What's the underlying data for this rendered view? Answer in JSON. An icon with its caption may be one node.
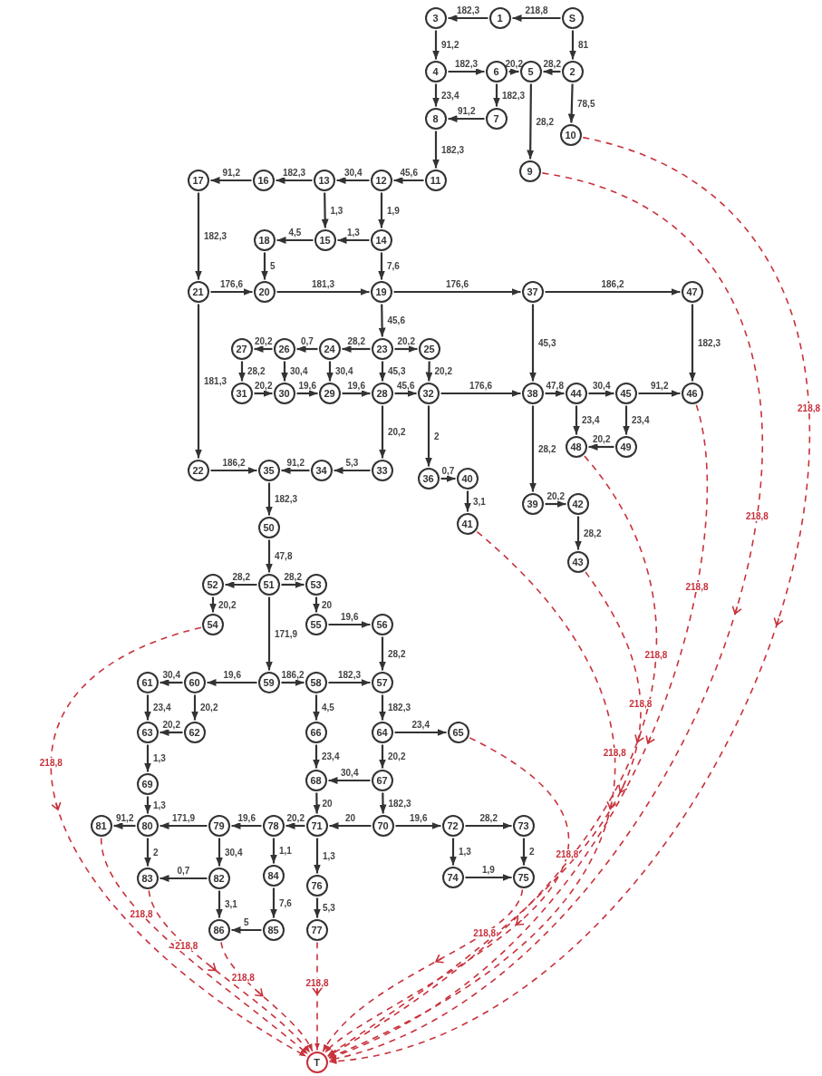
{
  "diagram": {
    "nodes": [
      {
        "text": [
          "S"
        ]
      },
      {
        "text": [
          "1"
        ]
      },
      {
        "text": [
          "2"
        ]
      },
      {
        "text": [
          "3"
        ]
      },
      {
        "text": [
          "4"
        ]
      },
      {
        "text": [
          "5"
        ]
      },
      {
        "text": [
          "6"
        ]
      },
      {
        "text": [
          "7"
        ]
      },
      {
        "text": [
          "8"
        ]
      },
      {
        "text": [
          "9"
        ]
      },
      {
        "text": [
          "10"
        ]
      },
      {
        "text": [
          "11"
        ]
      },
      {
        "text": [
          "12"
        ]
      },
      {
        "text": [
          "13"
        ]
      },
      {
        "text": [
          "14"
        ]
      },
      {
        "text": [
          "15"
        ]
      },
      {
        "text": [
          "16"
        ]
      },
      {
        "text": [
          "17"
        ]
      },
      {
        "text": [
          "18"
        ]
      },
      {
        "text": [
          "19"
        ]
      },
      {
        "text": [
          "20"
        ]
      },
      {
        "text": [
          "21"
        ]
      },
      {
        "text": [
          "22"
        ]
      },
      {
        "text": [
          "23"
        ]
      },
      {
        "text": [
          "24"
        ]
      },
      {
        "text": [
          "25"
        ]
      },
      {
        "text": [
          "26"
        ]
      },
      {
        "text": [
          "27"
        ]
      },
      {
        "text": [
          "28"
        ]
      },
      {
        "text": [
          "29"
        ]
      },
      {
        "text": [
          "30"
        ]
      },
      {
        "text": [
          "31"
        ]
      },
      {
        "text": [
          "32"
        ]
      },
      {
        "text": [
          "33"
        ]
      },
      {
        "text": [
          "34"
        ]
      },
      {
        "text": [
          "35"
        ]
      },
      {
        "text": [
          "36"
        ]
      },
      {
        "text": [
          "37"
        ]
      },
      {
        "text": [
          "38"
        ]
      },
      {
        "text": [
          "39"
        ]
      },
      {
        "text": [
          "40"
        ]
      },
      {
        "text": [
          "41"
        ]
      },
      {
        "text": [
          "42"
        ]
      },
      {
        "text": [
          "43"
        ]
      },
      {
        "text": [
          "44"
        ]
      },
      {
        "text": [
          "45"
        ]
      },
      {
        "text": [
          "46"
        ]
      },
      {
        "text": [
          "47"
        ]
      },
      {
        "text": [
          "48"
        ]
      },
      {
        "text": [
          "49"
        ]
      },
      {
        "text": [
          "50"
        ]
      },
      {
        "text": [
          "51"
        ]
      },
      {
        "text": [
          "52"
        ]
      },
      {
        "text": [
          "53"
        ]
      },
      {
        "text": [
          "54"
        ]
      },
      {
        "text": [
          "55"
        ]
      },
      {
        "text": [
          "56"
        ]
      },
      {
        "text": [
          "57"
        ]
      },
      {
        "text": [
          "58"
        ]
      },
      {
        "text": [
          "59"
        ]
      },
      {
        "text": [
          "60"
        ]
      },
      {
        "text": [
          "61"
        ]
      },
      {
        "text": [
          "62"
        ]
      },
      {
        "text": [
          "63"
        ]
      },
      {
        "text": [
          "64"
        ]
      },
      {
        "text": [
          "65"
        ]
      },
      {
        "text": [
          "66"
        ]
      },
      {
        "text": [
          "67"
        ]
      },
      {
        "text": [
          "68"
        ]
      },
      {
        "text": [
          "69"
        ]
      },
      {
        "text": [
          "70"
        ]
      },
      {
        "text": [
          "71"
        ]
      },
      {
        "text": [
          "72"
        ]
      },
      {
        "text": [
          "73"
        ]
      },
      {
        "text": [
          "74"
        ]
      },
      {
        "text": [
          "75"
        ]
      },
      {
        "text": [
          "76"
        ]
      },
      {
        "text": [
          "77"
        ]
      },
      {
        "text": [
          "78"
        ]
      },
      {
        "text": [
          "79"
        ]
      },
      {
        "text": [
          "80"
        ]
      },
      {
        "text": [
          "81"
        ]
      },
      {
        "text": [
          "82"
        ]
      },
      {
        "text": [
          "83"
        ]
      },
      {
        "text": [
          "84"
        ]
      },
      {
        "text": [
          "85"
        ]
      },
      {
        "text": [
          "86"
        ]
      },
      {
        "text": [
          "T"
        ]
      }
    ],
    "edges": [
      {
        "from": 0,
        "to": 1,
        "arrow": "to",
        "label": "218,8"
      },
      {
        "from": 1,
        "to": 3,
        "arrow": "to",
        "label": "182,3"
      },
      {
        "from": 0,
        "to": 2,
        "arrow": "to",
        "label": "81"
      },
      {
        "from": 3,
        "to": 4,
        "arrow": "to",
        "label": "91,2"
      },
      {
        "from": 4,
        "to": 6,
        "arrow": "to",
        "label": "182,3"
      },
      {
        "from": 6,
        "to": 5,
        "arrow": "to",
        "label": "20,2"
      },
      {
        "from": 2,
        "to": 5,
        "arrow": "to",
        "label": "28,2"
      },
      {
        "from": 4,
        "to": 8,
        "arrow": "to",
        "label": "23,4"
      },
      {
        "from": 6,
        "to": 7,
        "arrow": "to",
        "label": "182,3"
      },
      {
        "from": 7,
        "to": 8,
        "arrow": "to",
        "label": "91,2"
      },
      {
        "from": 2,
        "to": 10,
        "arrow": "to",
        "label": "78,5"
      },
      {
        "from": 5,
        "to": 9,
        "arrow": "to",
        "label": "28,2"
      },
      {
        "from": 8,
        "to": 11,
        "arrow": "to",
        "label": "182,3"
      },
      {
        "from": 11,
        "to": 12,
        "arrow": "to",
        "label": "45,6"
      },
      {
        "from": 12,
        "to": 13,
        "arrow": "to",
        "label": "30,4"
      },
      {
        "from": 13,
        "to": 16,
        "arrow": "to",
        "label": "182,3"
      },
      {
        "from": 16,
        "to": 17,
        "arrow": "to",
        "label": "91,2"
      },
      {
        "from": 13,
        "to": 15,
        "arrow": "to",
        "label": "1,3"
      },
      {
        "from": 12,
        "to": 14,
        "arrow": "to",
        "label": "1,9"
      },
      {
        "from": 14,
        "to": 15,
        "arrow": "to",
        "label": "1,3"
      },
      {
        "from": 15,
        "to": 18,
        "arrow": "to",
        "label": "4,5"
      },
      {
        "from": 17,
        "to": 21,
        "arrow": "to",
        "label": "182,3"
      },
      {
        "from": 18,
        "to": 20,
        "arrow": "to",
        "label": "5"
      },
      {
        "from": 14,
        "to": 19,
        "arrow": "to",
        "label": "7,6"
      },
      {
        "from": 21,
        "to": 20,
        "arrow": "to",
        "label": "176,6"
      },
      {
        "from": 20,
        "to": 19,
        "arrow": "to",
        "label": "181,3"
      },
      {
        "from": 19,
        "to": 37,
        "arrow": "to",
        "label": "176,6"
      },
      {
        "from": 37,
        "to": 47,
        "arrow": "to",
        "label": "186,2"
      },
      {
        "from": 19,
        "to": 23,
        "arrow": "to",
        "label": "45,6"
      },
      {
        "from": 47,
        "to": 46,
        "arrow": "to",
        "label": "182,3"
      },
      {
        "from": 37,
        "to": 38,
        "arrow": "to",
        "label": "45,3"
      },
      {
        "from": 23,
        "to": 24,
        "arrow": "to",
        "label": "28,2"
      },
      {
        "from": 24,
        "to": 26,
        "arrow": "to",
        "label": "0,7"
      },
      {
        "from": 26,
        "to": 27,
        "arrow": "to",
        "label": "20,2"
      },
      {
        "from": 23,
        "to": 25,
        "arrow": "to",
        "label": "20,2"
      },
      {
        "from": 27,
        "to": 31,
        "arrow": "to",
        "label": "28,2"
      },
      {
        "from": 26,
        "to": 30,
        "arrow": "to",
        "label": "30,4"
      },
      {
        "from": 24,
        "to": 29,
        "arrow": "to",
        "label": "30,4"
      },
      {
        "from": 23,
        "to": 28,
        "arrow": "to",
        "label": "45,3"
      },
      {
        "from": 25,
        "to": 32,
        "arrow": "to",
        "label": "20,2"
      },
      {
        "from": 31,
        "to": 30,
        "arrow": "to",
        "label": "20,2"
      },
      {
        "from": 30,
        "to": 29,
        "arrow": "to",
        "label": "19,6"
      },
      {
        "from": 29,
        "to": 28,
        "arrow": "to",
        "label": "19,6"
      },
      {
        "from": 28,
        "to": 32,
        "arrow": "to",
        "label": "45,6"
      },
      {
        "from": 32,
        "to": 38,
        "arrow": "to",
        "label": "176,6"
      },
      {
        "from": 38,
        "to": 44,
        "arrow": "to",
        "label": "47,8"
      },
      {
        "from": 44,
        "to": 45,
        "arrow": "to",
        "label": "30,4"
      },
      {
        "from": 45,
        "to": 46,
        "arrow": "to",
        "label": "91,2"
      },
      {
        "from": 44,
        "to": 48,
        "arrow": "to",
        "label": "23,4"
      },
      {
        "from": 45,
        "to": 49,
        "arrow": "to",
        "label": "23,4"
      },
      {
        "from": 49,
        "to": 48,
        "arrow": "to",
        "label": "20,2"
      },
      {
        "from": 21,
        "to": 22,
        "arrow": "to",
        "label": "181,3"
      },
      {
        "from": 28,
        "to": 33,
        "arrow": "to",
        "label": "20,2"
      },
      {
        "from": 32,
        "to": 36,
        "arrow": "to",
        "label": "2"
      },
      {
        "from": 38,
        "to": 39,
        "arrow": "to",
        "label": "28,2"
      },
      {
        "from": 22,
        "to": 35,
        "arrow": "to",
        "label": "186,2"
      },
      {
        "from": 34,
        "to": 35,
        "arrow": "to",
        "label": "91,2"
      },
      {
        "from": 33,
        "to": 34,
        "arrow": "to",
        "label": "5,3"
      },
      {
        "from": 36,
        "to": 40,
        "arrow": "to",
        "label": "0,7"
      },
      {
        "from": 40,
        "to": 41,
        "arrow": "to",
        "label": "3,1"
      },
      {
        "from": 39,
        "to": 42,
        "arrow": "to",
        "label": "20,2"
      },
      {
        "from": 42,
        "to": 43,
        "arrow": "to",
        "label": "28,2"
      },
      {
        "from": 35,
        "to": 50,
        "arrow": "to",
        "label": "182,3"
      },
      {
        "from": 50,
        "to": 51,
        "arrow": "to",
        "label": "47,8"
      },
      {
        "from": 51,
        "to": 52,
        "arrow": "to",
        "label": "28,2"
      },
      {
        "from": 51,
        "to": 53,
        "arrow": "to",
        "label": "28,2"
      },
      {
        "from": 52,
        "to": 54,
        "arrow": "to",
        "label": "20,2"
      },
      {
        "from": 53,
        "to": 55,
        "arrow": "to",
        "label": "20"
      },
      {
        "from": 55,
        "to": 56,
        "arrow": "to",
        "label": "19,6"
      },
      {
        "from": 51,
        "to": 59,
        "arrow": "to",
        "label": "171,9"
      },
      {
        "from": 56,
        "to": 57,
        "arrow": "to",
        "label": "28,2"
      },
      {
        "from": 59,
        "to": 60,
        "arrow": "to",
        "label": "19,6"
      },
      {
        "from": 60,
        "to": 61,
        "arrow": "to",
        "label": "30,4"
      },
      {
        "from": 59,
        "to": 58,
        "arrow": "to",
        "label": "186,2"
      },
      {
        "from": 58,
        "to": 57,
        "arrow": "to",
        "label": "182,3"
      },
      {
        "from": 61,
        "to": 63,
        "arrow": "to",
        "label": "23,4"
      },
      {
        "from": 60,
        "to": 62,
        "arrow": "to",
        "label": "20,2"
      },
      {
        "from": 62,
        "to": 63,
        "arrow": "to",
        "label": "20,2"
      },
      {
        "from": 58,
        "to": 66,
        "arrow": "to",
        "label": "4,5"
      },
      {
        "from": 57,
        "to": 64,
        "arrow": "to",
        "label": "182,3"
      },
      {
        "from": 64,
        "to": 65,
        "arrow": "to",
        "label": "23,4"
      },
      {
        "from": 63,
        "to": 69,
        "arrow": "to",
        "label": "1,3"
      },
      {
        "from": 66,
        "to": 68,
        "arrow": "to",
        "label": "23,4"
      },
      {
        "from": 64,
        "to": 67,
        "arrow": "to",
        "label": "20,2"
      },
      {
        "from": 67,
        "to": 68,
        "arrow": "to",
        "label": "30,4"
      },
      {
        "from": 69,
        "to": 80,
        "arrow": "to",
        "label": "1,3"
      },
      {
        "from": 68,
        "to": 71,
        "arrow": "to",
        "label": "20"
      },
      {
        "from": 67,
        "to": 70,
        "arrow": "to",
        "label": "182,3"
      },
      {
        "from": 80,
        "to": 81,
        "arrow": "to",
        "label": "91,2"
      },
      {
        "from": 79,
        "to": 80,
        "arrow": "to",
        "label": "171,9"
      },
      {
        "from": 78,
        "to": 79,
        "arrow": "to",
        "label": "19,6"
      },
      {
        "from": 71,
        "to": 78,
        "arrow": "to",
        "label": "20,2"
      },
      {
        "from": 70,
        "to": 71,
        "arrow": "to",
        "label": "20"
      },
      {
        "from": 70,
        "to": 72,
        "arrow": "to",
        "label": "19,6"
      },
      {
        "from": 72,
        "to": 73,
        "arrow": "to",
        "label": "28,2"
      },
      {
        "from": 80,
        "to": 83,
        "arrow": "to",
        "label": "2"
      },
      {
        "from": 79,
        "to": 82,
        "arrow": "to",
        "label": "30,4"
      },
      {
        "from": 78,
        "to": 84,
        "arrow": "to",
        "label": "1,1"
      },
      {
        "from": 71,
        "to": 76,
        "arrow": "to",
        "label": "1,3"
      },
      {
        "from": 72,
        "to": 74,
        "arrow": "to",
        "label": "1,3"
      },
      {
        "from": 73,
        "to": 75,
        "arrow": "to",
        "label": "2"
      },
      {
        "from": 82,
        "to": 83,
        "arrow": "to",
        "label": "0,7"
      },
      {
        "from": 74,
        "to": 75,
        "arrow": "to",
        "label": "1,9"
      },
      {
        "from": 82,
        "to": 86,
        "arrow": "to",
        "label": "3,1"
      },
      {
        "from": 84,
        "to": 85,
        "arrow": "to",
        "label": "7,6"
      },
      {
        "from": 76,
        "to": 77,
        "arrow": "to",
        "label": "5,3"
      },
      {
        "from": 85,
        "to": 86,
        "arrow": "to",
        "label": "5"
      },
      {
        "from": 10,
        "to": 87,
        "arrow": "to",
        "label": "218,8",
        "style": "dashed",
        "color": "#c8323c"
      },
      {
        "from": 9,
        "to": 87,
        "arrow": "to",
        "label": "218,8",
        "style": "dashed",
        "color": "#c8323c"
      },
      {
        "from": 46,
        "to": 87,
        "arrow": "to",
        "label": "218,8",
        "style": "dashed",
        "color": "#c8323c"
      },
      {
        "from": 48,
        "to": 87,
        "arrow": "to",
        "label": "218,8",
        "style": "dashed",
        "color": "#c8323c"
      },
      {
        "from": 43,
        "to": 87,
        "arrow": "to",
        "label": "218,8",
        "style": "dashed",
        "color": "#c8323c"
      },
      {
        "from": 41,
        "to": 87,
        "arrow": "to",
        "label": "218,8",
        "style": "dashed",
        "color": "#c8323c"
      },
      {
        "from": 65,
        "to": 87,
        "arrow": "to",
        "label": "218,8",
        "style": "dashed",
        "color": "#c8323c"
      },
      {
        "from": 75,
        "to": 87,
        "arrow": "to",
        "label": "218,8",
        "style": "dashed",
        "color": "#c8323c"
      },
      {
        "from": 54,
        "to": 87,
        "arrow": "to",
        "label": "218,8",
        "style": "dashed",
        "color": "#c8323c"
      },
      {
        "from": 81,
        "to": 87,
        "arrow": "to",
        "label": "218,8",
        "style": "dashed",
        "color": "#c8323c"
      },
      {
        "from": 83,
        "to": 87,
        "arrow": "to",
        "label": "218,8",
        "style": "dashed",
        "color": "#c8323c"
      },
      {
        "from": 86,
        "to": 87,
        "arrow": "to",
        "label": "218,8",
        "style": "dashed",
        "color": "#c8323c"
      },
      {
        "from": 77,
        "to": 87,
        "arrow": "to",
        "label": "218,8",
        "style": "dashed",
        "color": "#c8323c"
      }
    ]
  }
}
